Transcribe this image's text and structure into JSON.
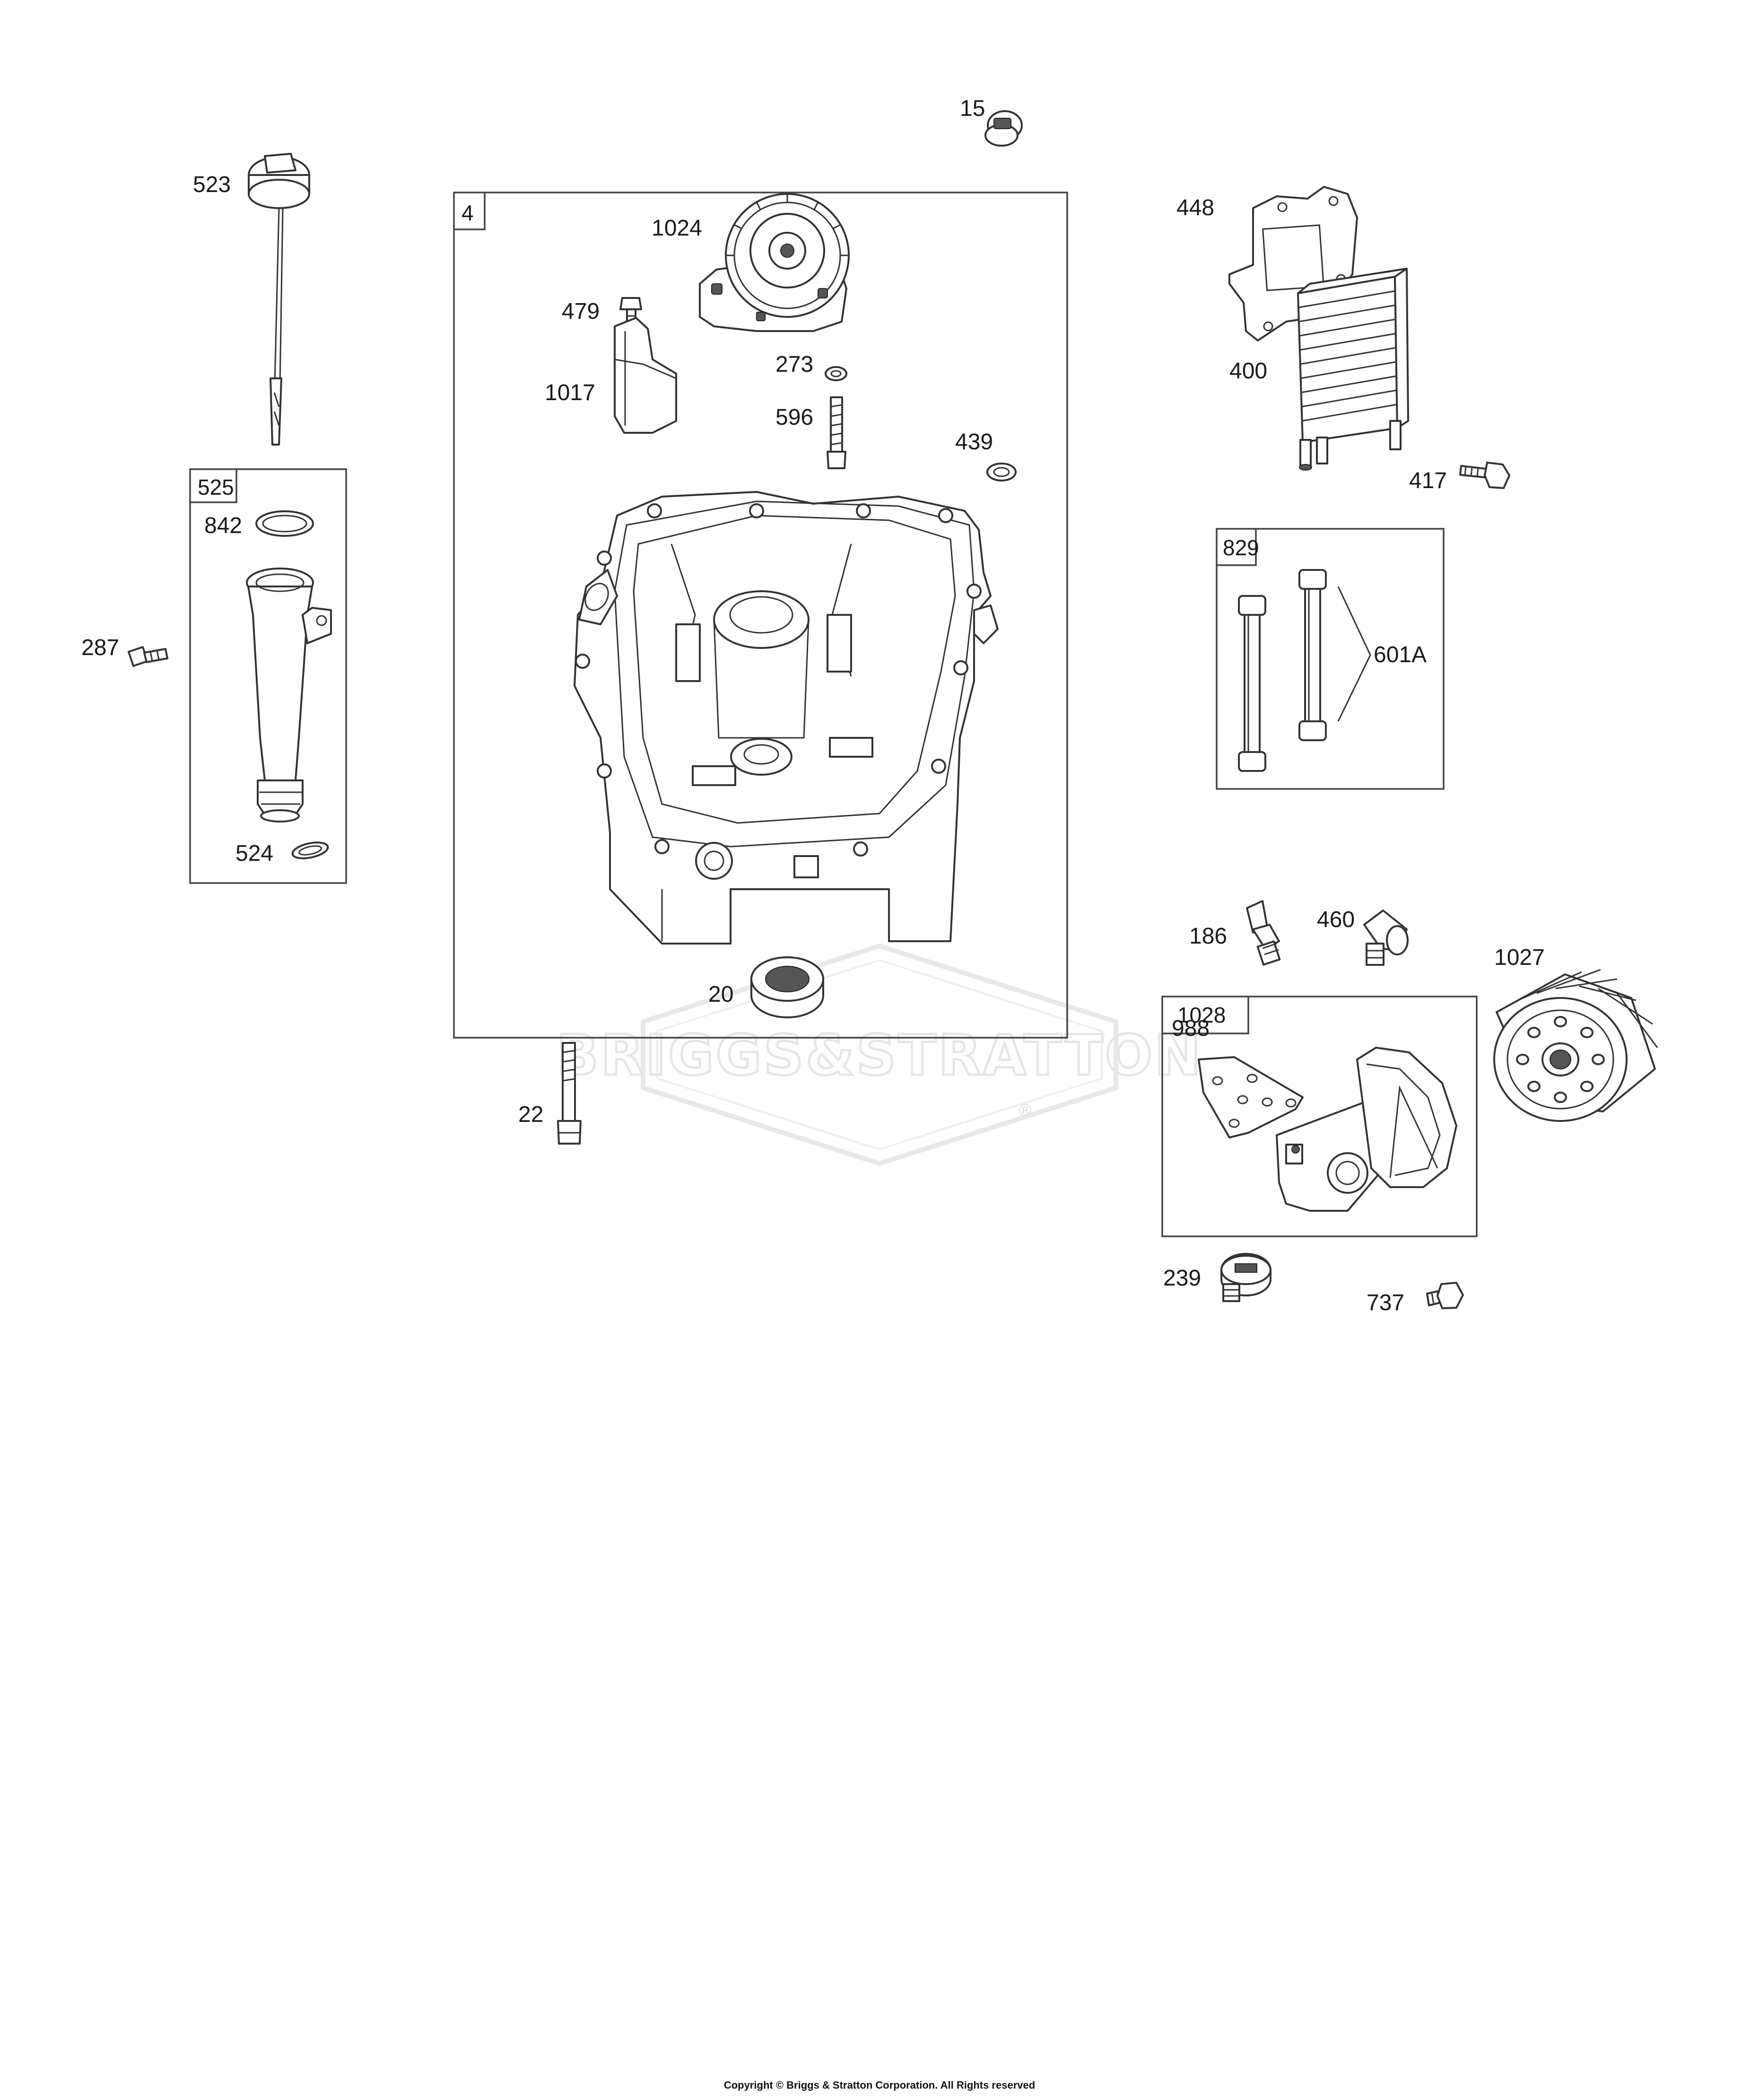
{
  "watermark": {
    "brand": "BRIGGS&STRATTON",
    "mark": "®"
  },
  "copyright": "Copyright © Briggs & Stratton Corporation. All Rights reserved",
  "callouts": {
    "p15": "15",
    "p523": "523",
    "p4": "4",
    "p1024": "1024",
    "p479": "479",
    "p273": "273",
    "p1017": "1017",
    "p596": "596",
    "p439": "439",
    "p525": "525",
    "p842": "842",
    "p287": "287",
    "p524": "524",
    "p20": "20",
    "p22": "22",
    "p448": "448",
    "p400": "400",
    "p417": "417",
    "p829": "829",
    "p601A": "601A",
    "p186": "186",
    "p460": "460",
    "p1027": "1027",
    "p1028": "1028",
    "p988": "988",
    "p239": "239",
    "p737": "737"
  }
}
